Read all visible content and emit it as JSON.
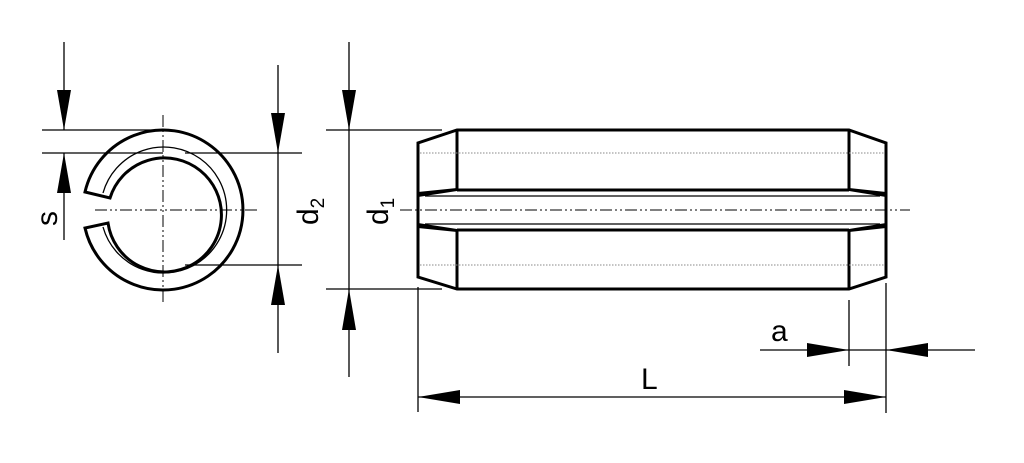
{
  "labels": {
    "s": "s",
    "d2_main": "d",
    "d2_sub": "2",
    "d1_main": "d",
    "d1_sub": "1",
    "a": "a",
    "L": "L"
  },
  "colors": {
    "line": "#000000",
    "background": "#ffffff"
  }
}
